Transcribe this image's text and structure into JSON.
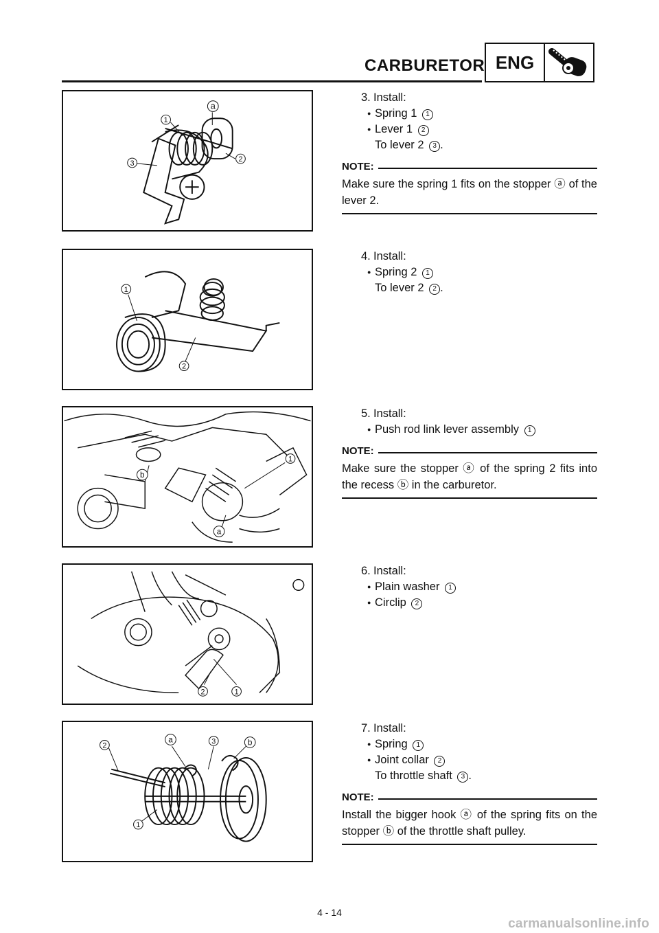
{
  "header": {
    "section_title": "CARBURETOR",
    "badge": "ENG",
    "badge_icon": "wrench-icon"
  },
  "steps": [
    {
      "number": "3.",
      "action": "Install:",
      "items": [
        {
          "type": "bullet",
          "text": "Spring 1",
          "marker": "1"
        },
        {
          "type": "bullet",
          "text": "Lever 1",
          "marker": "2"
        },
        {
          "type": "sub",
          "text": "To lever 2",
          "marker": "3",
          "suffix": "."
        }
      ],
      "note_label": "NOTE:",
      "note": "Make sure the spring 1 fits on the stopper ⓐ of the lever 2.",
      "figure_labels": [
        "1",
        "2",
        "3",
        "a"
      ]
    },
    {
      "number": "4.",
      "action": "Install:",
      "items": [
        {
          "type": "bullet",
          "text": "Spring 2",
          "marker": "1"
        },
        {
          "type": "sub",
          "text": "To lever 2",
          "marker": "2",
          "suffix": "."
        }
      ],
      "figure_labels": [
        "1",
        "2"
      ]
    },
    {
      "number": "5.",
      "action": "Install:",
      "items": [
        {
          "type": "bullet",
          "text": "Push rod link lever assembly",
          "marker": "1"
        }
      ],
      "note_label": "NOTE:",
      "note": "Make sure the stopper ⓐ of the spring 2 fits into the recess ⓑ in the carburetor.",
      "figure_labels": [
        "1",
        "a",
        "b"
      ]
    },
    {
      "number": "6.",
      "action": "Install:",
      "items": [
        {
          "type": "bullet",
          "text": "Plain washer",
          "marker": "1"
        },
        {
          "type": "bullet",
          "text": "Circlip",
          "marker": "2"
        }
      ],
      "figure_labels": [
        "1",
        "2"
      ]
    },
    {
      "number": "7.",
      "action": "Install:",
      "items": [
        {
          "type": "bullet",
          "text": "Spring",
          "marker": "1"
        },
        {
          "type": "bullet",
          "text": "Joint collar",
          "marker": "2"
        },
        {
          "type": "sub",
          "text": "To throttle shaft",
          "marker": "3",
          "suffix": "."
        }
      ],
      "note_label": "NOTE:",
      "note": "Install the bigger hook ⓐ of the spring fits on the stopper ⓑ of the throttle shaft pulley.",
      "figure_labels": [
        "1",
        "2",
        "3",
        "a",
        "b"
      ]
    }
  ],
  "page_number": "4 - 14",
  "watermark": "carmanualsonline.info"
}
